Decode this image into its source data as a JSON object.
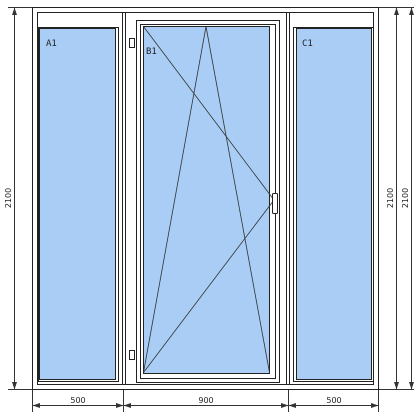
{
  "panes": [
    {
      "label": "A1",
      "type": "fixed"
    },
    {
      "label": "B1",
      "type": "tilt-turn"
    },
    {
      "label": "C1",
      "type": "fixed"
    }
  ],
  "dimensions": {
    "height_left": "2100",
    "height_right_inner": "2100",
    "height_right_outer": "2100",
    "width_a": "500",
    "width_b": "900",
    "width_c": "500"
  },
  "colors": {
    "glass": "#a9cdf5",
    "frame_line": "#222222",
    "frame_fill": "#ffffff",
    "dim_line": "#333333"
  }
}
